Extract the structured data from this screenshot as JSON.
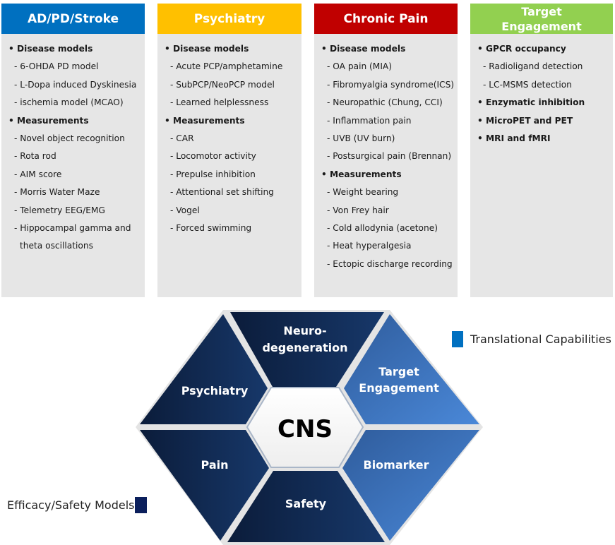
{
  "cards": [
    {
      "title": "AD/PD/Stroke",
      "color": "#0070c0",
      "lines": [
        {
          "type": "head",
          "text": "• Disease models"
        },
        {
          "type": "sub",
          "text": "- 6-OHDA PD model"
        },
        {
          "type": "sub",
          "text": "- L-Dopa induced Dyskinesia"
        },
        {
          "type": "sub",
          "text": "- ischemia model (MCAO)"
        },
        {
          "type": "head",
          "text": "• Measurements"
        },
        {
          "type": "sub",
          "text": "- Novel object recognition"
        },
        {
          "type": "sub",
          "text": "- Rota rod"
        },
        {
          "type": "sub",
          "text": "- AIM score"
        },
        {
          "type": "sub",
          "text": "- Morris Water Maze"
        },
        {
          "type": "sub",
          "text": "- Telemetry EEG/EMG"
        },
        {
          "type": "sub",
          "text": "- Hippocampal gamma and"
        },
        {
          "type": "cont",
          "text": "theta oscillations"
        }
      ]
    },
    {
      "title": "Psychiatry",
      "color": "#ffc000",
      "lines": [
        {
          "type": "head",
          "text": "• Disease models"
        },
        {
          "type": "sub",
          "text": "- Acute PCP/amphetamine"
        },
        {
          "type": "sub",
          "text": "- SubPCP/NeoPCP model"
        },
        {
          "type": "sub",
          "text": "- Learned helplessness"
        },
        {
          "type": "head",
          "text": "• Measurements"
        },
        {
          "type": "sub",
          "text": "- CAR"
        },
        {
          "type": "sub",
          "text": "- Locomotor activity"
        },
        {
          "type": "sub",
          "text": "- Prepulse inhibition"
        },
        {
          "type": "sub",
          "text": "- Attentional set shifting"
        },
        {
          "type": "sub",
          "text": "- Vogel"
        },
        {
          "type": "sub",
          "text": "- Forced swimming"
        }
      ]
    },
    {
      "title": "Chronic Pain",
      "color": "#c00000",
      "lines": [
        {
          "type": "head",
          "text": "• Disease models"
        },
        {
          "type": "sub",
          "text": "- OA pain (MIA)"
        },
        {
          "type": "sub",
          "text": "- Fibromyalgia syndrome(ICS)"
        },
        {
          "type": "sub",
          "text": "- Neuropathic (Chung,  CCI)"
        },
        {
          "type": "sub",
          "text": "- Inflammation pain"
        },
        {
          "type": "sub",
          "text": "-   UVB (UV burn)"
        },
        {
          "type": "sub",
          "text": "- Postsurgical pain (Brennan)"
        },
        {
          "type": "head",
          "text": "• Measurements"
        },
        {
          "type": "sub",
          "text": "- Weight bearing"
        },
        {
          "type": "sub",
          "text": "- Von Frey hair"
        },
        {
          "type": "sub",
          "text": "- Cold allodynia (acetone)"
        },
        {
          "type": "sub",
          "text": "- Heat hyperalgesia"
        },
        {
          "type": "sub",
          "text": "- Ectopic discharge recording"
        }
      ]
    },
    {
      "title_line1": "Target",
      "title_line2": "Engagement",
      "color": "#92d050",
      "lines": [
        {
          "type": "head",
          "text": "• GPCR occupancy"
        },
        {
          "type": "sub",
          "text": "- Radioligand detection"
        },
        {
          "type": "sub",
          "text": "- LC-MSMS detection"
        },
        {
          "type": "head",
          "text": "• Enzymatic inhibition"
        },
        {
          "type": "head",
          "text": "• MicroPET and PET"
        },
        {
          "type": "head",
          "text": "• MRI and fMRI"
        }
      ]
    }
  ],
  "hexagon": {
    "center_label": "CNS",
    "segments": {
      "neuro_line1": "Neuro-",
      "neuro_line2": "degeneration",
      "target_line1": "Target",
      "target_line2": "Engagement",
      "psychiatry": "Psychiatry",
      "pain": "Pain",
      "biomarker": "Biomarker",
      "safety": "Safety"
    },
    "colors": {
      "efficacy_dark": "#0b1f3f",
      "efficacy_mid": "#163566",
      "translational_dark": "#2f5d9e",
      "translational_light": "#4a86d6"
    }
  },
  "legend": {
    "translational": "Translational Capabilities",
    "efficacy": "Efficacy/Safety Models",
    "translational_color": "#0070c0",
    "efficacy_color": "#0b1f5c"
  }
}
